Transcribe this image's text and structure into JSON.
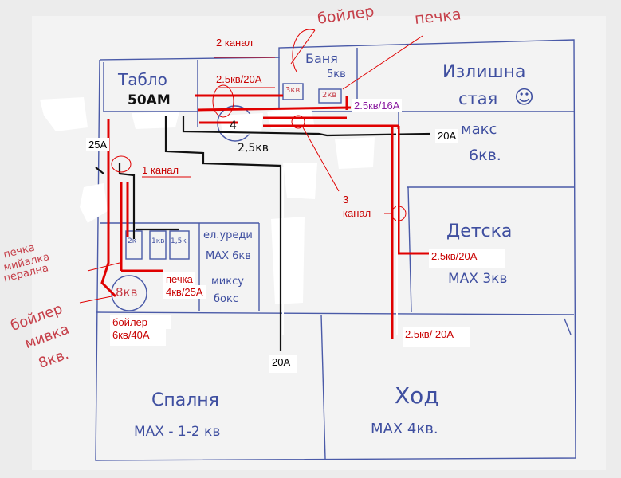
{
  "rooms": {
    "tablo": "Табло",
    "tablo_amp": "50АМ",
    "banya": "Баня",
    "banya_power": "5кв",
    "izlishna": "Излишна",
    "staya": "стая",
    "smiley": "☺",
    "maks": "макс",
    "maks_power": "6кв.",
    "detska": "Детска",
    "detska_power": "МАХ 3кв",
    "spalnya": "Спалня",
    "spalnya_power": "МАХ - 1-2 кв",
    "hod": "Ход",
    "hod_power": "МАХ 4кв.",
    "kuhnya_a": "ел.уреди",
    "kuhnya_b": "МАХ 6кв",
    "kuhnya_c": "миксу",
    "kuhnya_d": "бокс",
    "boiler_small": "3кв",
    "pechka_small": "2кв",
    "appl_1": "2к",
    "appl_2": "1кв",
    "appl_3": "1,5к",
    "boiler_circle": "8кв",
    "wire_main": "2,5кв",
    "junction": "4"
  },
  "handwritten_red": {
    "boiler_top": "бойлер",
    "pechka_top": "печка",
    "pechka_left_1": "печка",
    "pechka_left_2": "мийалка",
    "pechka_left_3": "перална",
    "boiler_left_1": "бойлер",
    "boiler_left_2": "мивка",
    "boiler_left_3": "8кв."
  },
  "annotations": {
    "ch2": "2 канал",
    "ch2_val": "2.5кв/20А",
    "ch2b_val": "2.5кв/16А",
    "a25": "25А",
    "ch1": "1 канал",
    "a20_right": "20А",
    "ch3_a": "3",
    "ch3_b": "канал",
    "detska_val": "2.5кв/20А",
    "pechka_val_1": "печка",
    "pechka_val_2": "4кв/25А",
    "boiler_val_1": "бойлер",
    "boiler_val_2": "6кв/40А",
    "hod_val": "2.5кв/ 20А",
    "a20_bottom": "20А"
  },
  "colors": {
    "pencil": "#3f4fa0",
    "annotation_red": "#e00000",
    "wire_black": "#111111",
    "paper": "#f2f2f2"
  }
}
